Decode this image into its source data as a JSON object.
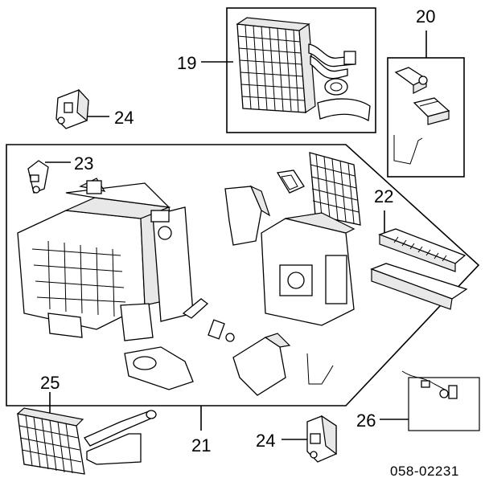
{
  "callouts": {
    "c19": "19",
    "c20": "20",
    "c21": "21",
    "c22": "22",
    "c23": "23",
    "c24a": "24",
    "c24b": "24",
    "c25": "25",
    "c26": "26"
  },
  "diagram_code": "058-02231"
}
